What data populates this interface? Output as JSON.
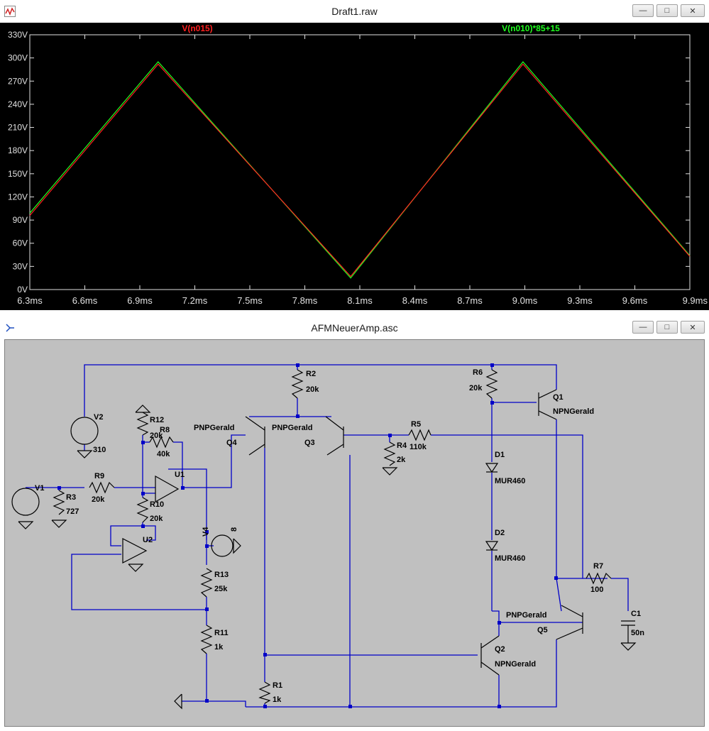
{
  "plot_window": {
    "title": "Draft1.raw",
    "icon": "waveform-icon",
    "buttons": [
      "minimize-icon",
      "maximize-icon",
      "close-icon"
    ]
  },
  "schematic_window": {
    "title": "AFMNeuerAmp.asc",
    "icon": "schematic-icon",
    "buttons": [
      "minimize-icon",
      "maximize-icon",
      "close-icon"
    ]
  },
  "chart_data": {
    "type": "line",
    "title": "",
    "xlabel": "",
    "ylabel": "",
    "xlim": [
      6.3,
      9.9
    ],
    "ylim": [
      0,
      330
    ],
    "x_ticks": [
      "6.3ms",
      "6.6ms",
      "6.9ms",
      "7.2ms",
      "7.5ms",
      "7.8ms",
      "8.1ms",
      "8.4ms",
      "8.7ms",
      "9.0ms",
      "9.3ms",
      "9.6ms",
      "9.9ms"
    ],
    "y_ticks": [
      "0V",
      "30V",
      "60V",
      "90V",
      "120V",
      "150V",
      "180V",
      "210V",
      "240V",
      "270V",
      "300V",
      "330V"
    ],
    "series": [
      {
        "name": "V(n015)",
        "color": "#ff2020",
        "x": [
          6.3,
          7.0,
          8.05,
          8.99,
          9.9
        ],
        "y": [
          96,
          292,
          17,
          292,
          43
        ]
      },
      {
        "name": "V(n010)*85+15",
        "color": "#20ff20",
        "x": [
          6.3,
          7.0,
          8.05,
          8.99,
          9.9
        ],
        "y": [
          99,
          295,
          15,
          295,
          44
        ]
      }
    ],
    "grid": false,
    "legend": "top"
  },
  "schematic": {
    "labels": {
      "V2": "V2",
      "V2val": "310",
      "V1": "V1",
      "R3": "R3",
      "R3val": "727",
      "R9": "R9",
      "R9val": "20k",
      "R12": "R12",
      "R12val": "20k",
      "R8": "R8",
      "R8val": "40k",
      "U1": "U1",
      "R10": "R10",
      "R10val": "20k",
      "U2": "U2",
      "V4": "V4",
      "V4val": "8",
      "R13": "R13",
      "R13val": "25k",
      "R11": "R11",
      "R11val": "1k",
      "R1": "R1",
      "R1val": "1k",
      "R2": "R2",
      "R2val": "20k",
      "Q4model": "PNPGerald",
      "Q4": "Q4",
      "Q3model": "PNPGerald",
      "Q3": "Q3",
      "R5": "R5",
      "R5val": "110k",
      "R4": "R4",
      "R4val": "2k",
      "R6": "R6",
      "R6val": "20k",
      "Q1": "Q1",
      "Q1model": "NPNGerald",
      "D1": "D1",
      "D1model": "MUR460",
      "D2": "D2",
      "D2model": "MUR460",
      "R7": "R7",
      "R7val": "100",
      "C1": "C1",
      "C1val": "50n",
      "Q5model": "PNPGerald",
      "Q5": "Q5",
      "Q2": "Q2",
      "Q2model": "NPNGerald"
    }
  }
}
